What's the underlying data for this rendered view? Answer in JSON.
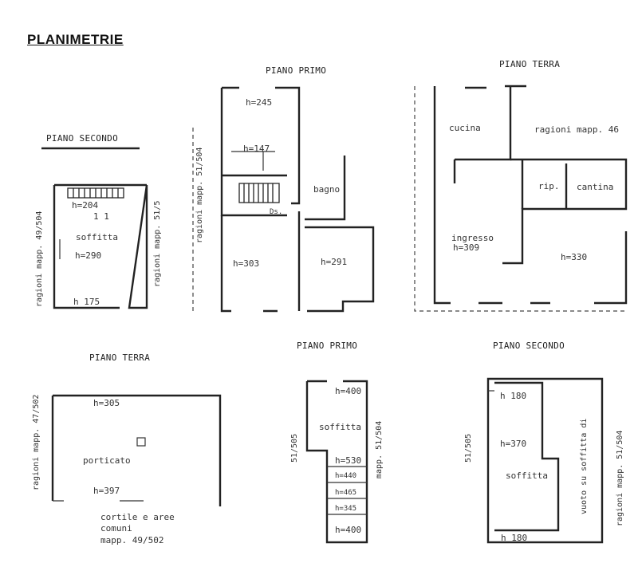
{
  "heading": "PLANIMETRIE",
  "plans": {
    "plan1": {
      "title": "PIANO SECONDO",
      "side_left": "ragioni mapp. 49/504",
      "side_right": "ragioni mapp. 51/5",
      "rooms": {
        "h204": "h=204",
        "soffitta": "soffitta",
        "h290": "h=290",
        "h175": "h 175"
      }
    },
    "plan2": {
      "title": "PIANO PRIMO",
      "side_left": "ragioni mapp. 51/504",
      "rooms": {
        "h245": "h=245",
        "h147": "h=147",
        "bagno": "bagno",
        "ds": "Ds.",
        "h303": "h=303",
        "h291": "h=291"
      }
    },
    "plan3": {
      "title": "PIANO TERRA",
      "rooms": {
        "cucina": "cucina",
        "ragioni": "ragioni mapp. 46",
        "rip": "rip.",
        "cantina": "cantina",
        "ingresso": "ingresso",
        "h309": "h=309",
        "h330": "h=330"
      }
    },
    "plan4": {
      "title": "PIANO TERRA",
      "side_left": "ragioni mapp. 47/502",
      "rooms": {
        "h305": "h=305",
        "porticato": "porticato",
        "h397": "h=397"
      },
      "bottom_note": [
        "cortile e aree",
        "comuni",
        "mapp. 49/502"
      ]
    },
    "plan5": {
      "title": "PIANO PRIMO",
      "side_left": "51/505",
      "side_right": "mapp. 51/504",
      "rooms": {
        "h400t": "h=400",
        "soffitta": "soffitta",
        "h530": "h=530",
        "a1": "h=440",
        "a2": "h=465",
        "a3": "h=345",
        "h400b": "h=400"
      }
    },
    "plan6": {
      "title": "PIANO SECONDO",
      "side_left": "51/505",
      "side_right": "ragioni mapp. 51/504",
      "rooms": {
        "h180t": "h 180",
        "h370": "h=370",
        "soffitta": "soffitta",
        "vuoto": "vuoto su soffitta di",
        "h180b": "h 180"
      }
    }
  }
}
